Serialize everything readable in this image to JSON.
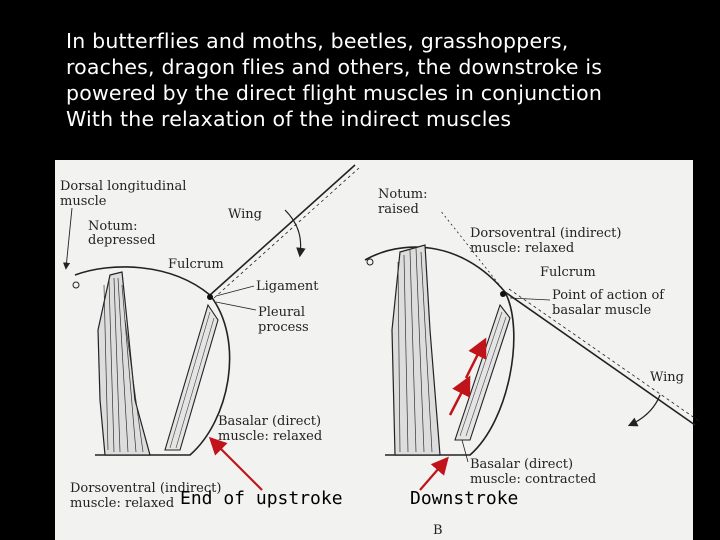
{
  "caption": {
    "lines": [
      "In butterflies and moths, beetles, grasshoppers,",
      "roaches, dragon flies and others, the downstroke is",
      "powered by the direct flight muscles in conjunction",
      "With the relaxation of the indirect muscles"
    ]
  },
  "diagram_left": {
    "dorsal_longitudinal_1": "Dorsal longitudinal",
    "dorsal_longitudinal_2": "muscle",
    "notum_1": "Notum:",
    "notum_2": "depressed",
    "wing": "Wing",
    "fulcrum": "Fulcrum",
    "ligament": "Ligament",
    "pleural_1": "Pleural",
    "pleural_2": "process",
    "basalar_1": "Basalar (direct)",
    "basalar_2": "muscle: relaxed",
    "dorsoventral_1": "Dorsoventral (indirect)",
    "dorsoventral_2": "muscle: relaxed"
  },
  "diagram_right": {
    "notum_1": "Notum:",
    "notum_2": "raised",
    "dorsoventral_1": "Dorsoventral (indirect)",
    "dorsoventral_2": "muscle: relaxed",
    "fulcrum": "Fulcrum",
    "point_1": "Point of action of",
    "point_2": "basalar muscle",
    "wing": "Wing",
    "basalar_1": "Basalar (direct)",
    "basalar_2": "muscle: contracted",
    "letter": "B"
  },
  "annotations": {
    "end_of_upstroke": "End of upstroke",
    "downstroke": "Downstroke"
  },
  "colors": {
    "arrow": "#c0141a",
    "background": "#000000",
    "panel": "#f2f2f0"
  }
}
